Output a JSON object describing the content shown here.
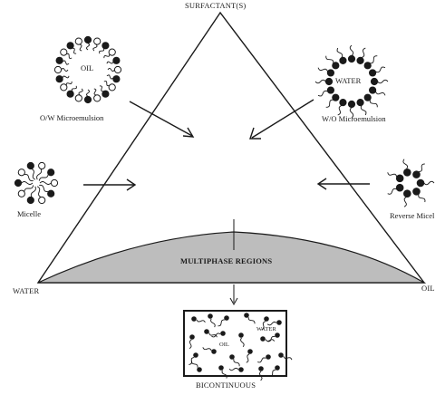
{
  "apex_label": "SURFACTANT(S)",
  "left_vertex_label": "WATER",
  "right_vertex_label": "OIL",
  "region_label": "MULTIPHASE REGIONS",
  "structures": {
    "ow": {
      "inner_label": "OIL",
      "caption": "O/W Microemulsion"
    },
    "wo": {
      "inner_label": "WATER",
      "caption": "W/O Microemulsion"
    },
    "micelle": {
      "caption": "Micelle"
    },
    "reverse": {
      "caption": "Reverse Micel"
    },
    "bicontinuous": {
      "water_label": "WATER",
      "oil_label": "OIL",
      "caption": "BICONTINUOUS"
    }
  },
  "colors": {
    "ink": "#1a1a1a",
    "region_fill": "#bdbdbd",
    "background": "#ffffff"
  }
}
